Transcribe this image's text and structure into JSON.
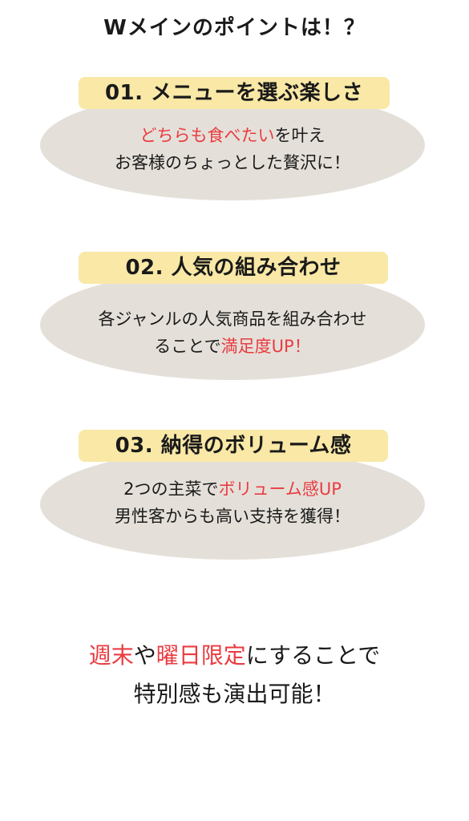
{
  "title": "Wメインのポイントは！？",
  "points": [
    {
      "heading": "01. メニューを選ぶ楽しさ",
      "line1_highlight": "どちらも食べたい",
      "line1_rest": "を叶え",
      "line2": "お客様のちょっとした贅沢に！"
    },
    {
      "heading": "02. 人気の組み合わせ",
      "line1": "各ジャンルの人気商品を組み合わせ",
      "line2_pre": "ることで",
      "line2_highlight": "満足度UP！"
    },
    {
      "heading": "03. 納得のボリューム感",
      "line1_pre": "2つの主菜で",
      "line1_highlight": "ボリューム感UP",
      "line2": "男性客からも高い支持を獲得！"
    }
  ],
  "closing": {
    "hl1": "週末",
    "mid": "や",
    "hl2": "曜日限定",
    "rest": "にすることで",
    "line2": "特別感も演出可能！"
  },
  "colors": {
    "accent": "#ea3b41",
    "heading_bg": "#f9e8a6",
    "ellipse_bg": "#e4e0d9",
    "text": "#1a1a1a"
  }
}
